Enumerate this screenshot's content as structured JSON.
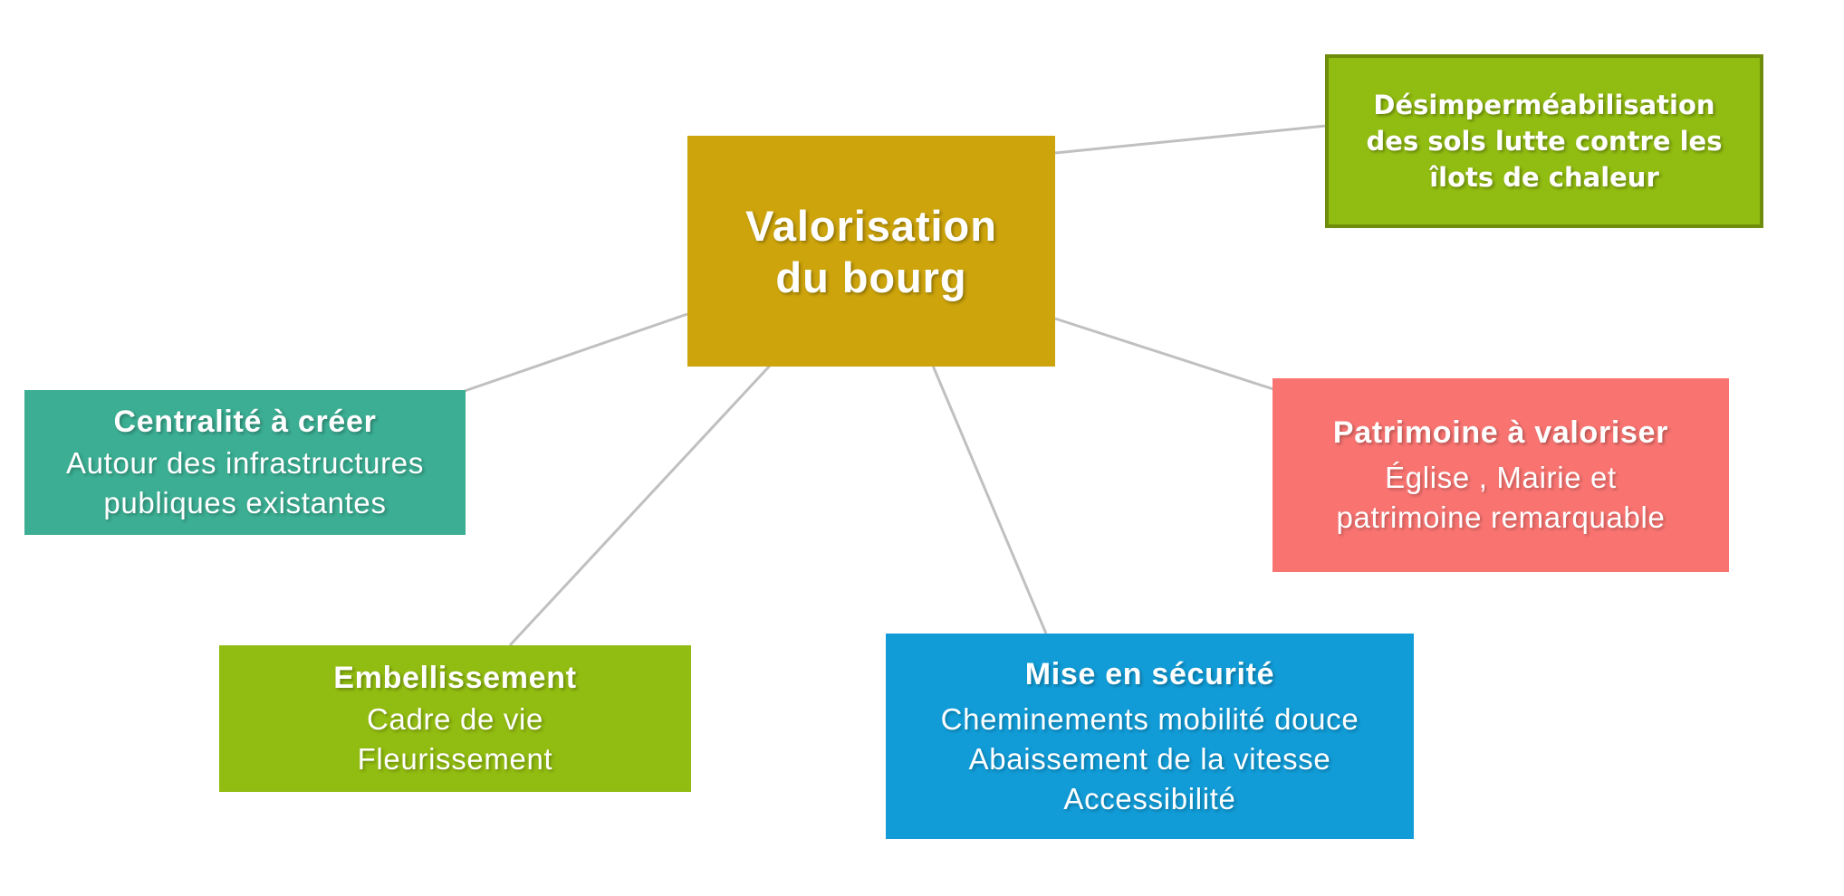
{
  "diagram": {
    "background": "#FFFFFF",
    "connector_color": "#C0C0C0",
    "center": {
      "title_lines": [
        "Valorisation",
        "du bourg"
      ],
      "color": "#CDA40B",
      "text_color": "#FFFFFF"
    },
    "nodes": {
      "desimpermeabilisation": {
        "title_lines": [
          "Désimperméabilisation",
          "des sols lutte contre les",
          "îlots de chaleur"
        ],
        "color": "#91BC11",
        "border_color": "#6F8C0B",
        "text_color": "#FFFFFF"
      },
      "patrimoine": {
        "title": "Patrimoine à valoriser",
        "body_lines": [
          "Église , Mairie et",
          "patrimoine remarquable"
        ],
        "color": "#F97471",
        "text_color": "#FFFFFF"
      },
      "centralite": {
        "title": "Centralité à créer",
        "body_lines": [
          "Autour des infrastructures",
          "publiques existantes"
        ],
        "color": "#3BAE93",
        "text_color": "#FFFFFF"
      },
      "embellissement": {
        "title": "Embellissement",
        "body_lines": [
          "Cadre de vie",
          "Fleurissement"
        ],
        "color": "#91BC11",
        "text_color": "#FFFFFF"
      },
      "securite": {
        "title": "Mise en sécurité",
        "body_lines": [
          "Cheminements mobilité douce",
          "Abaissement de la vitesse",
          "Accessibilité"
        ],
        "color": "#119CD7",
        "text_color": "#FFFFFF"
      }
    }
  }
}
